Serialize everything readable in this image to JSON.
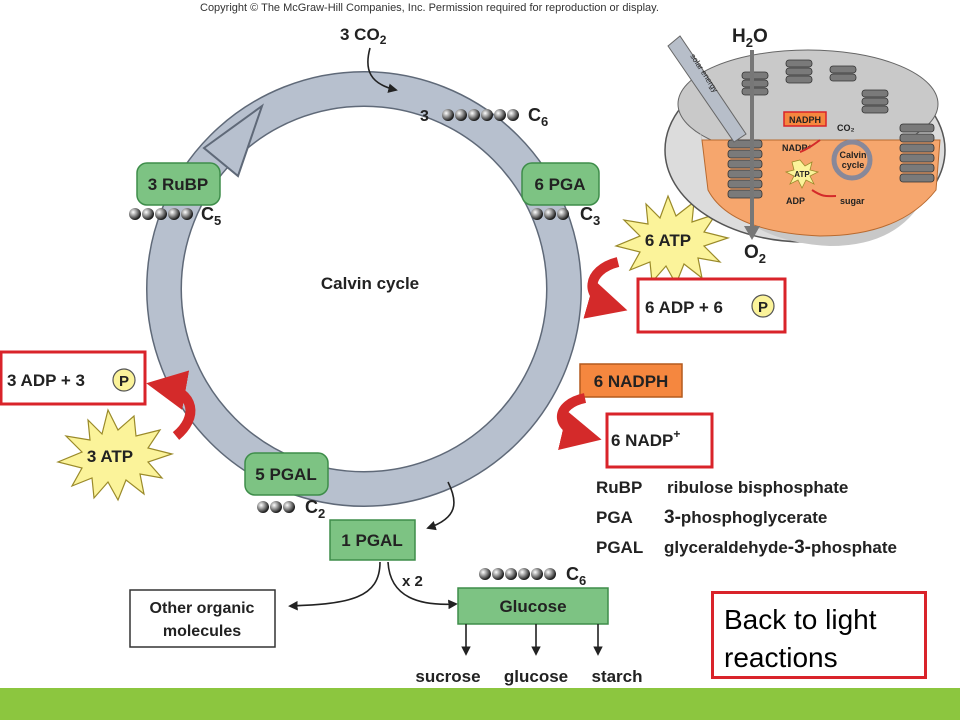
{
  "copyright": "Copyright © The McGraw-Hill Companies, Inc. Permission required for reproduction or display.",
  "cycle": {
    "title": "Calvin cycle",
    "co2_prefix": "3 CO",
    "co2_sub": "2",
    "c6_count": "3",
    "c6_label": "C",
    "c6_sub": "6",
    "rubp": "3 RuBP",
    "c5_label": "C",
    "c5_sub": "5",
    "pga": "6 PGA",
    "c3_label": "C",
    "c3_sub": "3",
    "pgal5": "5 PGAL",
    "c2_label": "C",
    "c2_sub": "2",
    "pgal1": "1 PGAL",
    "x2": "x 2",
    "glucose": "Glucose",
    "glucose_c6_label": "C",
    "glucose_c6_sub": "6",
    "other_line1": "Other organic",
    "other_line2": "molecules",
    "products": [
      "sucrose",
      "glucose",
      "starch"
    ]
  },
  "energy": {
    "atp6": "6 ATP",
    "adp6": "6 ADP + 6",
    "p_symbol": "P",
    "nadph6": "6 NADPH",
    "nadp6": "6 NADP",
    "nadp_plus": "+",
    "atp3": "3 ATP",
    "adp3": "3 ADP + 3"
  },
  "chloroplast": {
    "h2o": "H",
    "h2o_sub": "2",
    "h2o_end": "O",
    "o2": "O",
    "o2_sub": "2",
    "solar": "solar energy",
    "nadph": "NADPH",
    "nadp_plus": "NADP⁺",
    "co2": "CO₂",
    "calvin_line1": "Calvin",
    "calvin_line2": "cycle",
    "atp": "ATP",
    "adp": "ADP",
    "sugar": "sugar"
  },
  "key": [
    {
      "abbr": "RuBP",
      "def": "ribulose bisphosphate"
    },
    {
      "abbr": "PGA",
      "def_num": "3-",
      "def": "phosphoglycerate"
    },
    {
      "abbr": "PGAL",
      "def": "glyceraldehyde",
      "def_num": "-3-",
      "def_end": "phosphate"
    }
  ],
  "link": {
    "line1": "Back to light",
    "line2": "reactions"
  },
  "colors": {
    "cycle_ring": "#b7c0ce",
    "green_box": "#7dc383",
    "orange_box": "#f5873f",
    "burst": "#fbf39a",
    "highlight": "#d9232a",
    "arrow_red": "#d42a2a",
    "bar": "#8cc63f"
  }
}
